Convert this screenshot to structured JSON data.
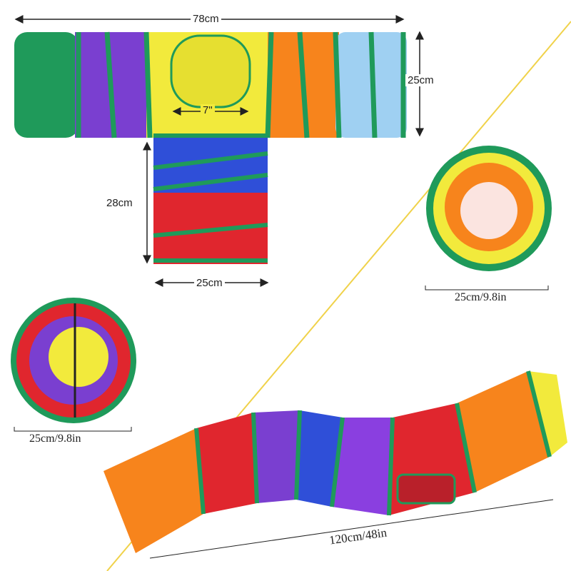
{
  "t_tunnel": {
    "width_label": "78cm",
    "height_label": "25cm",
    "hole_label": "7\"",
    "branch_length_label": "28cm",
    "branch_width_label": "25cm"
  },
  "front_view_right": {
    "diameter_label": "25cm/9.8in"
  },
  "front_view_left": {
    "diameter_label": "25cm/9.8in"
  },
  "s_tunnel": {
    "length_label": "120cm/48in"
  },
  "colors": {
    "divider": "#f0d24a",
    "green": "#1f9a5a",
    "yellow": "#f2ea3c",
    "purple": "#7a3fd0",
    "orange": "#f7841c",
    "lightblue": "#9fd0f2",
    "blue": "#2f4fd8",
    "red": "#e0262e"
  }
}
